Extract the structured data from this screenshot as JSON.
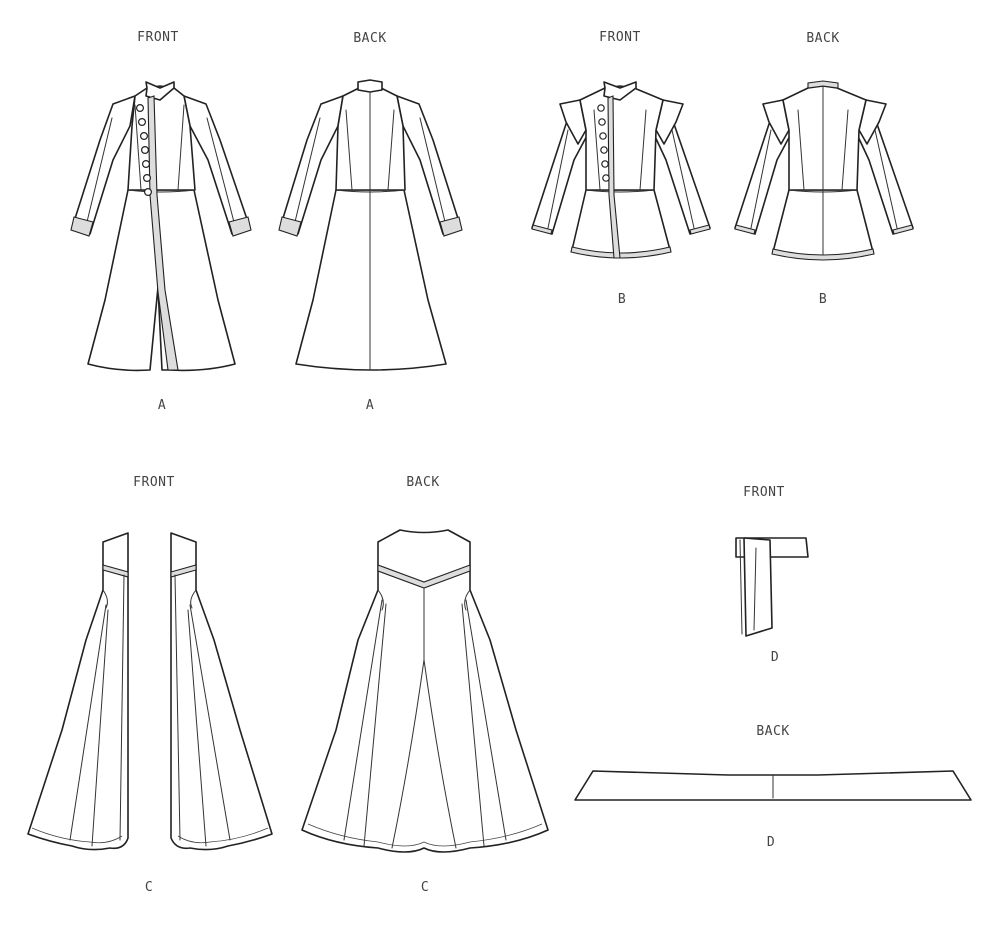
{
  "labels": {
    "a_front_view": "FRONT",
    "a_back_view": "BACK",
    "a_front_letter": "A",
    "a_back_letter": "A",
    "b_front_view": "FRONT",
    "b_back_view": "BACK",
    "b_front_letter": "B",
    "b_back_letter": "B",
    "c_front_view": "FRONT",
    "c_back_view": "BACK",
    "c_front_letter": "C",
    "c_back_letter": "C",
    "d_front_view": "FRONT",
    "d_front_letter": "D",
    "d_back_view": "BACK",
    "d_back_letter": "D"
  }
}
